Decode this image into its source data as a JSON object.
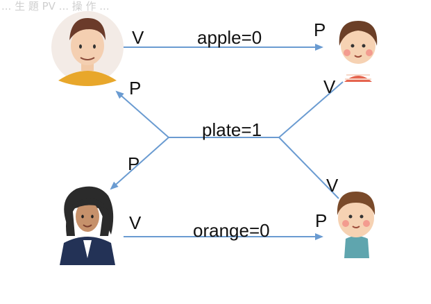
{
  "header_fragment": "... 生 題 PV ... 操 作 ...",
  "colors": {
    "arrow": "#6a9bd1",
    "text": "#111111"
  },
  "nodes": {
    "father": {
      "icon": "father-avatar-icon"
    },
    "mother": {
      "icon": "mother-avatar-icon"
    },
    "daughter": {
      "icon": "daughter-avatar-icon"
    },
    "son": {
      "icon": "son-avatar-icon"
    }
  },
  "semaphores": {
    "apple": "apple=0",
    "plate": "plate=1",
    "orange": "orange=0"
  },
  "edges": {
    "father_v": "V",
    "daughter_p": "P",
    "plate_to_father_p": "P",
    "daughter_v": "V",
    "plate_to_mother_p": "P",
    "son_v": "V",
    "mother_v": "V",
    "son_p": "P"
  }
}
